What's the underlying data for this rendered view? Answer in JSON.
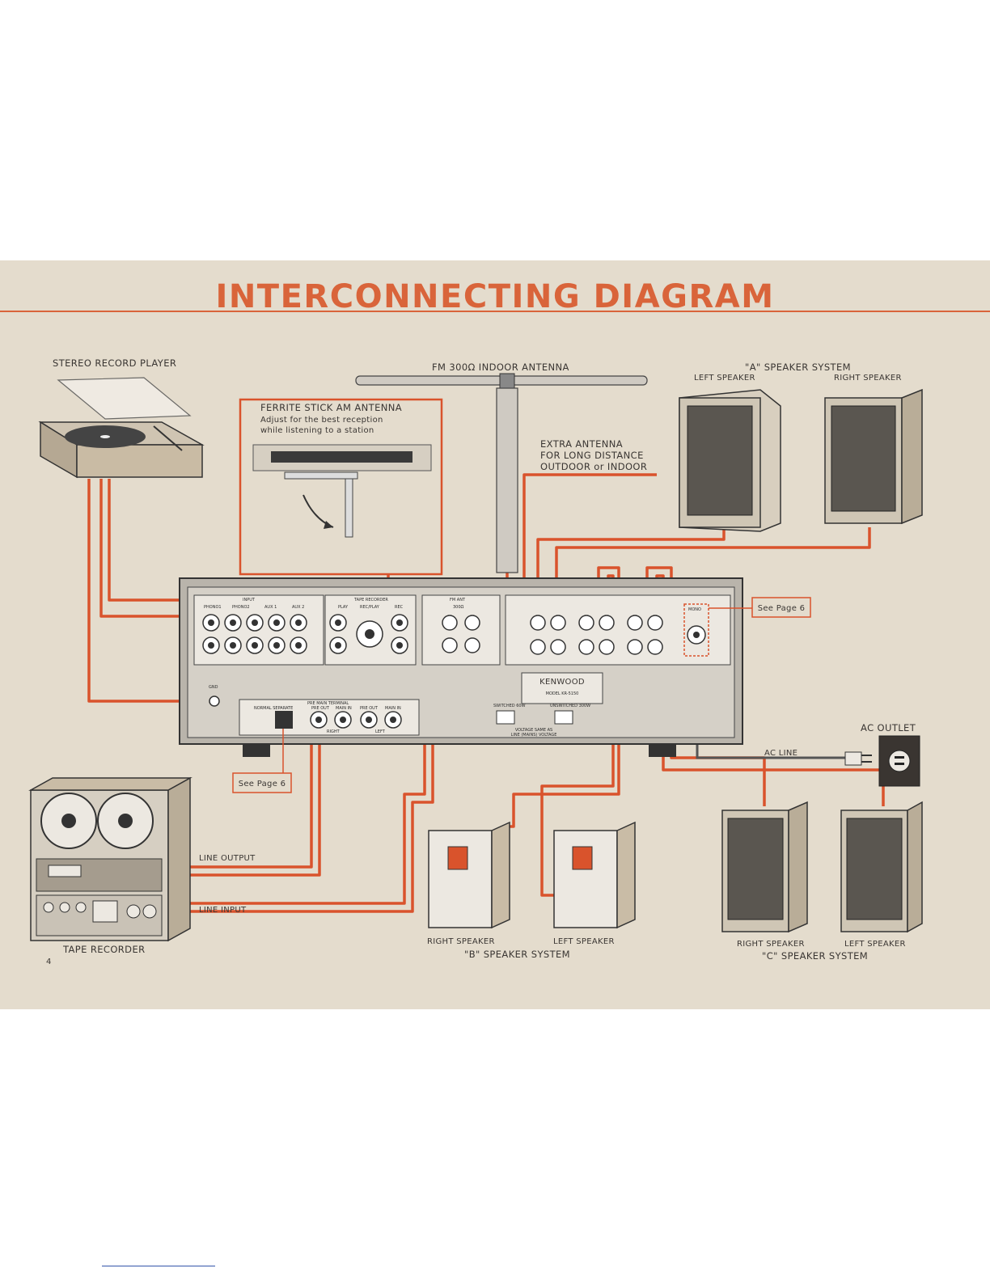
{
  "title": "INTERCONNECTING DIAGRAM",
  "page_number": "4",
  "colors": {
    "accent": "#d9643a",
    "cable": "#d9532c",
    "paper": "#e4dccd"
  },
  "components": {
    "record_player": "STEREO RECORD PLAYER",
    "fm_antenna": "FM 300Ω INDOOR ANTENNA",
    "ferrite": {
      "title": "FERRITE STICK AM ANTENNA",
      "line1": "Adjust for the best reception",
      "line2": "while listening to a station"
    },
    "extra_antenna": {
      "line1": "EXTRA ANTENNA",
      "line2": "FOR LONG DISTANCE",
      "line3": "OUTDOOR or INDOOR"
    },
    "speakers_a": {
      "system": "\"A\" SPEAKER SYSTEM",
      "left": "LEFT SPEAKER",
      "right": "RIGHT SPEAKER"
    },
    "speakers_b": {
      "system": "\"B\" SPEAKER SYSTEM",
      "left": "LEFT SPEAKER",
      "right": "RIGHT SPEAKER"
    },
    "speakers_c": {
      "system": "\"C\" SPEAKER SYSTEM",
      "left": "LEFT SPEAKER",
      "right": "RIGHT SPEAKER"
    },
    "see_page_right": "See Page 6",
    "see_page_left": "See Page 6",
    "ac_outlet": "AC OUTLET",
    "ac_line": "AC LINE",
    "tape_recorder": "TAPE RECORDER",
    "line_output": "LINE OUTPUT",
    "line_input": "LINE INPUT"
  },
  "receiver": {
    "brand": "KENWOOD",
    "model": "MODEL KR-5150",
    "input": "INPUT",
    "phono1": "PHONO1",
    "phono2": "PHONO2",
    "aux1": "AUX 1",
    "aux2": "AUX 2",
    "tape_rec": "TAPE RECORDER",
    "play": "PLAY",
    "rec_play": "REC/PLAY",
    "rec": "REC",
    "fm_ant": "FM ANT",
    "ohm": "300Ω",
    "pre_main": "PRE MAIN TERMINAL",
    "normal_separate": "NORMAL SEPARATE",
    "pre_out": "PRE OUT",
    "main_in": "MAIN IN",
    "right": "RIGHT",
    "left": "LEFT",
    "switched": "SWITCHED 60W",
    "unswitched": "UNSWITCHED 300W",
    "voltage1": "VOLTAGE SAME AS",
    "voltage2": "LINE (MAINS) VOLTAGE",
    "gnd": "GND",
    "mono": "MONO"
  }
}
